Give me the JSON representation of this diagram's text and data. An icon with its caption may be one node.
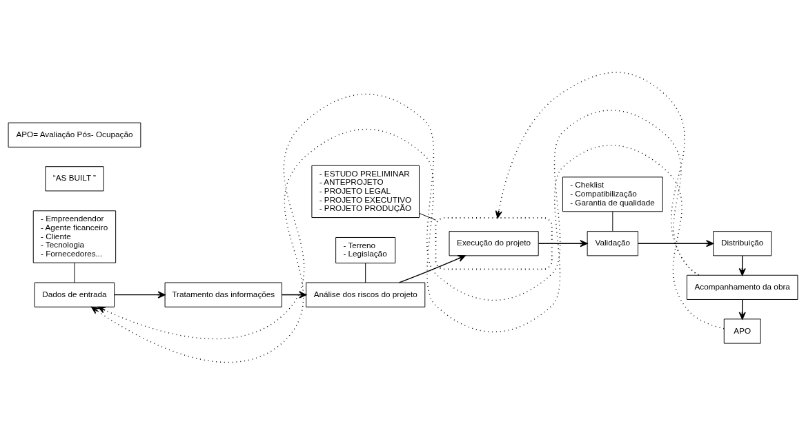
{
  "diagram": {
    "nodes": [
      {
        "text": [
          "- Empreendendor",
          "- Agente ficanceiro",
          "- Cliente",
          "- Tecnologia",
          "- Fornecedores..."
        ]
      },
      {
        "text": [
          "- Terreno",
          "- Legislação"
        ]
      },
      {
        "text": [
          "- Cheklist",
          "- Compatibilização",
          "- Garantia de qualidade"
        ]
      },
      {
        "text": [
          "Dados de entrada"
        ]
      },
      {
        "text": [
          "Tratamento das informações"
        ]
      },
      {
        "text": [
          "Análise dos riscos do projeto"
        ]
      },
      {
        "text": [],
        "shape": "ellipse"
      },
      {
        "text": [
          "Execução do projeto"
        ],
        "in": 6
      },
      {
        "text": [
          "Validação"
        ]
      },
      {
        "text": [
          "Distribuição"
        ]
      },
      {
        "text": [
          "“AS BUILT ”"
        ]
      },
      {
        "text": [
          "Acompanhamento da obra"
        ]
      },
      {
        "text": [
          "APO"
        ]
      },
      {
        "text": [
          "- ESTUDO PRELIMINAR",
          "- ANTEPROJETO",
          "- PROJETO LEGAL",
          "- PROJETO EXECUTIVO",
          "- PROJETO PRODUÇÃO"
        ]
      },
      {
        "text": [
          "APO= Avaliação Pós- Ocupação"
        ]
      }
    ],
    "edges": [
      {
        "from": 3,
        "to": 4,
        "arrow": "to"
      },
      {
        "from": 4,
        "to": 5,
        "arrow": "to"
      },
      {
        "from": 5,
        "to": 7,
        "arrow": "to"
      },
      {
        "from": 7,
        "to": 8,
        "arrow": "to"
      },
      {
        "from": 8,
        "to": 9,
        "arrow": "to"
      },
      {
        "from": 9,
        "to": 11,
        "arrow": "to"
      },
      {
        "from": 11,
        "to": 12,
        "arrow": "to"
      },
      {
        "from": 11,
        "to": 3,
        "arrow": "to",
        "style": "dashed"
      },
      {
        "from": 11,
        "to": 6,
        "arrow": "to",
        "style": "dashed"
      },
      {
        "from": 12,
        "to": 3,
        "arrow": "to",
        "style": "dashed"
      },
      {
        "from": 0,
        "to": 3,
        "arrow": "none"
      },
      {
        "from": 1,
        "to": 5,
        "arrow": "none"
      },
      {
        "from": 2,
        "to": 8,
        "arrow": "none"
      },
      {
        "from": 13,
        "to": 6,
        "arrow": "none"
      }
    ]
  }
}
